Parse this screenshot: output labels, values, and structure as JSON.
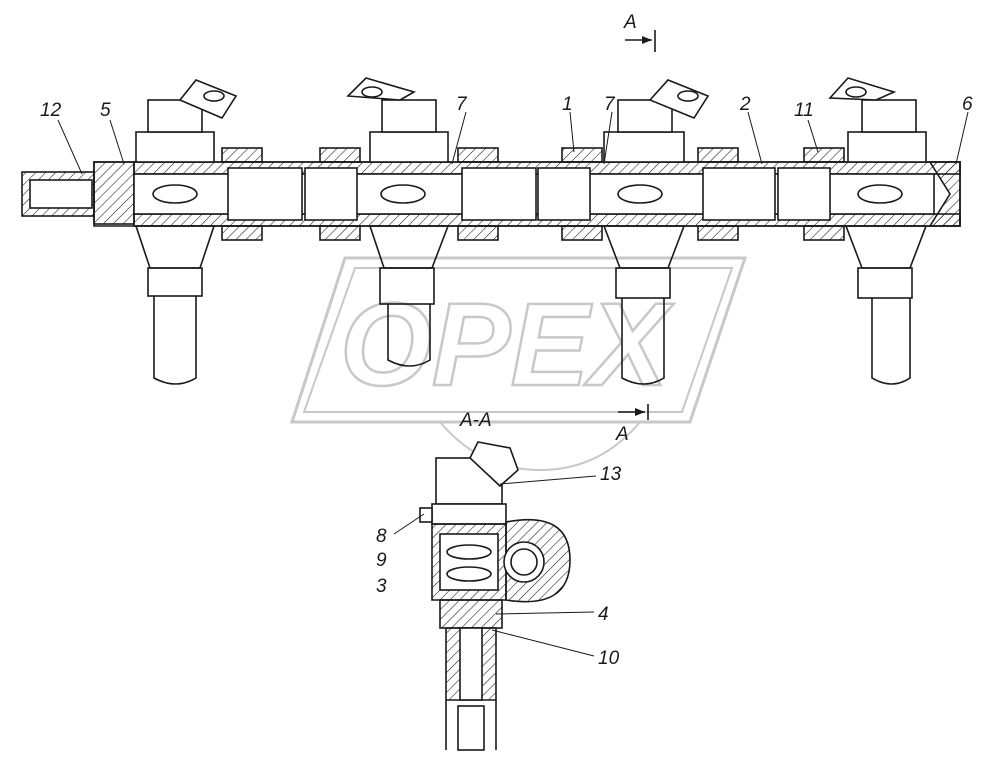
{
  "watermark": {
    "text": "OPEX"
  },
  "callouts": [
    {
      "id": "12",
      "label": "12"
    },
    {
      "id": "5",
      "label": "5"
    },
    {
      "id": "7a",
      "label": "7"
    },
    {
      "id": "1",
      "label": "1"
    },
    {
      "id": "7b",
      "label": "7"
    },
    {
      "id": "2",
      "label": "2"
    },
    {
      "id": "11",
      "label": "11"
    },
    {
      "id": "6",
      "label": "6"
    },
    {
      "id": "13",
      "label": "13"
    },
    {
      "id": "8",
      "label": "8"
    },
    {
      "id": "9",
      "label": "9"
    },
    {
      "id": "3",
      "label": "3"
    },
    {
      "id": "4",
      "label": "4"
    },
    {
      "id": "10",
      "label": "10"
    }
  ],
  "section": {
    "marker_top": "A",
    "marker_bottom": "A",
    "title": "A-A"
  }
}
